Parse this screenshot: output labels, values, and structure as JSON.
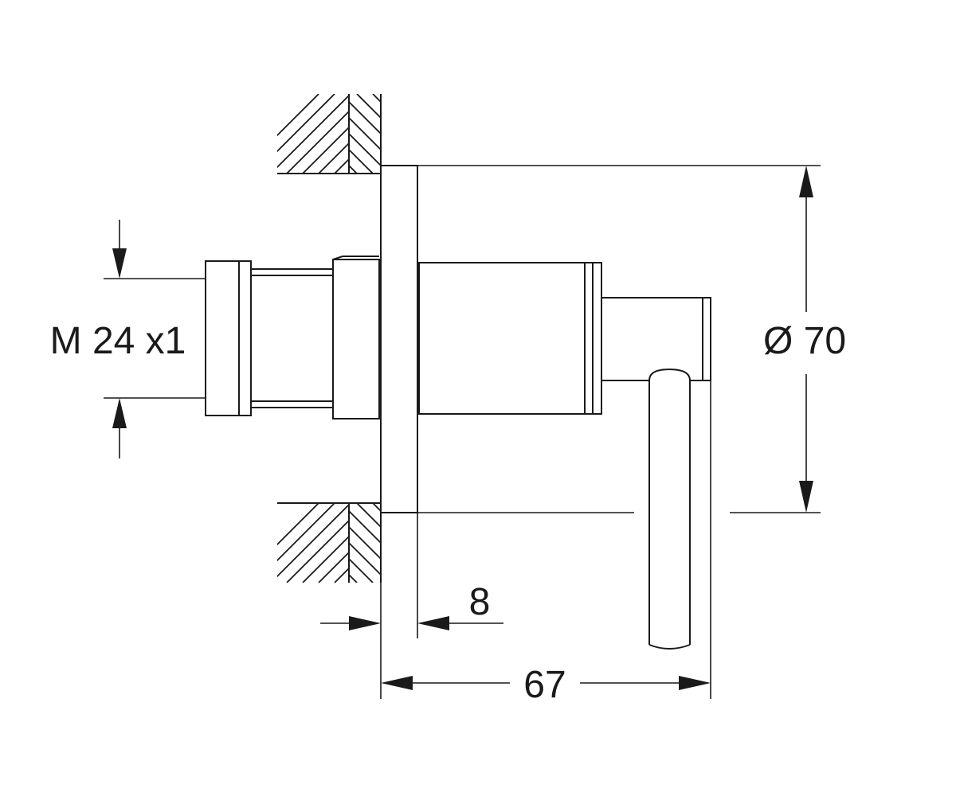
{
  "dimensions": {
    "thread": "M 24 x1",
    "diameter": "Ø 70",
    "plate_thickness": "8",
    "total_depth": "67"
  },
  "colors": {
    "line": "#1a1a1a",
    "background": "#ffffff"
  }
}
